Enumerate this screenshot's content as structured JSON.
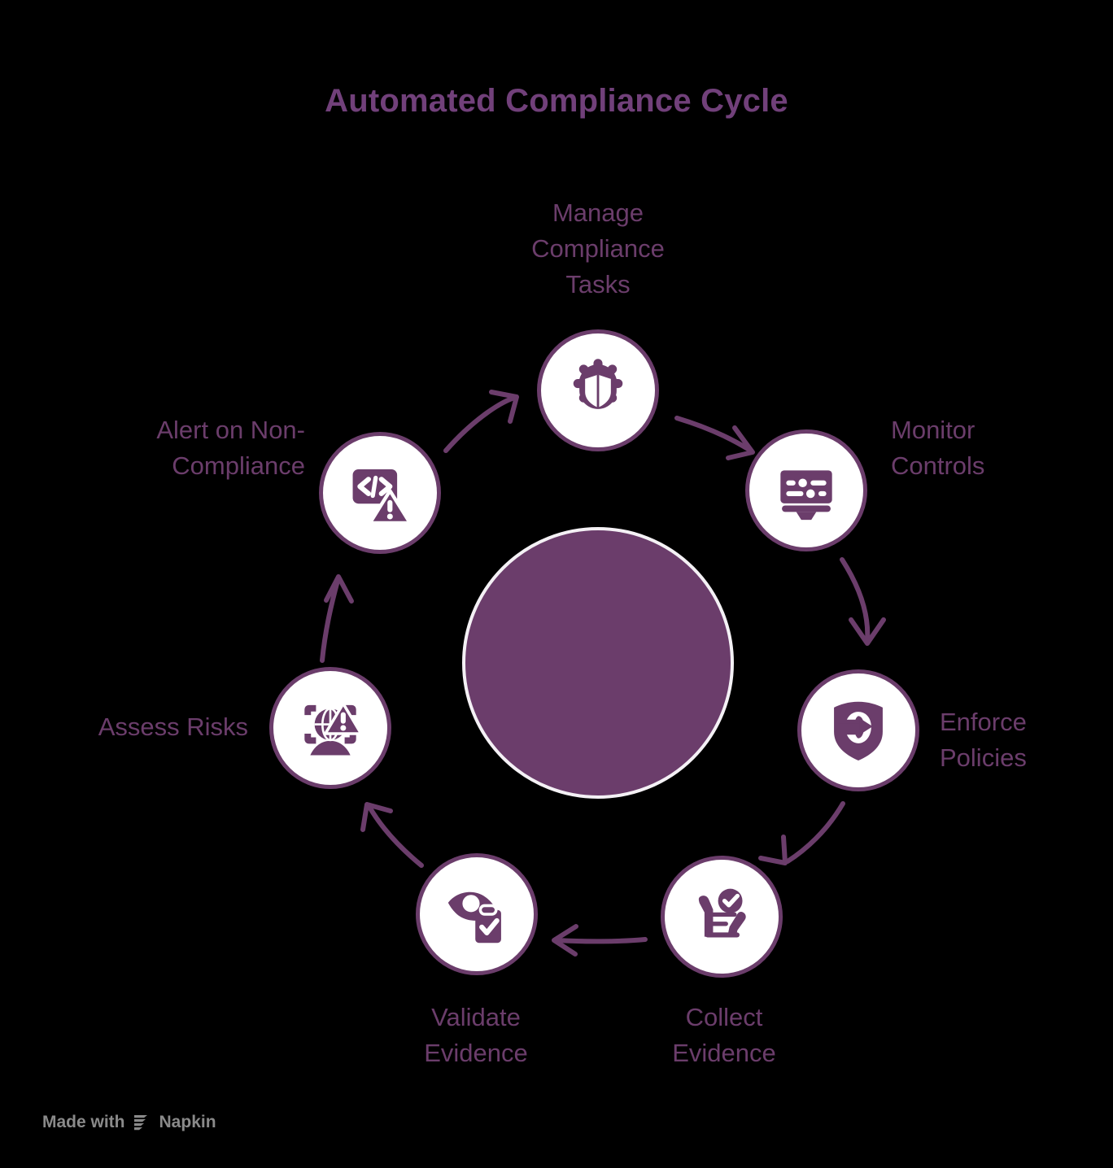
{
  "title": "Automated Compliance Cycle",
  "background_color": "#000000",
  "accent_color": "#6B3D6B",
  "title_color": "#71407A",
  "node_fill_color": "#ffffff",
  "hub": {
    "color": "#6B3D6B",
    "ring_color": "#f4f1f5",
    "label": ""
  },
  "footer": {
    "prefix": "Made with",
    "brand": "Napkin",
    "icon": "napkin-logo-icon",
    "color": "#8a8a8a"
  },
  "chart_data": {
    "type": "cycle-diagram",
    "title": "Automated Compliance Cycle",
    "direction": "clockwise",
    "node_count": 7,
    "nodes": [
      {
        "id": "manage-compliance-tasks",
        "label": "Manage\nCompliance\nTasks",
        "icon": "gear-shield-icon",
        "angle_deg": 270,
        "order": 1
      },
      {
        "id": "monitor-controls",
        "label": "Monitor\nControls",
        "icon": "monitor-controls-icon",
        "angle_deg": 321,
        "order": 2
      },
      {
        "id": "enforce-policies",
        "label": "Enforce\nPolicies",
        "icon": "shield-arrow-in-icon",
        "angle_deg": 14,
        "order": 3
      },
      {
        "id": "collect-evidence",
        "label": "Collect\nEvidence",
        "icon": "hands-document-check-icon",
        "angle_deg": 65,
        "order": 4
      },
      {
        "id": "validate-evidence",
        "label": "Validate\nEvidence",
        "icon": "eye-clipboard-check-icon",
        "angle_deg": 115,
        "order": 5
      },
      {
        "id": "assess-risks",
        "label": "Assess Risks",
        "icon": "scan-globe-warning-icon",
        "angle_deg": 167,
        "order": 6
      },
      {
        "id": "alert-on-non-compliance",
        "label": "Alert on Non-\nCompliance",
        "icon": "code-warning-icon",
        "angle_deg": 218,
        "order": 7
      }
    ],
    "edges": [
      {
        "from": "alert-on-non-compliance",
        "to": "manage-compliance-tasks"
      },
      {
        "from": "manage-compliance-tasks",
        "to": "monitor-controls"
      },
      {
        "from": "monitor-controls",
        "to": "enforce-policies"
      },
      {
        "from": "enforce-policies",
        "to": "collect-evidence"
      },
      {
        "from": "collect-evidence",
        "to": "validate-evidence"
      },
      {
        "from": "validate-evidence",
        "to": "assess-risks"
      },
      {
        "from": "assess-risks",
        "to": "alert-on-non-compliance"
      }
    ]
  }
}
